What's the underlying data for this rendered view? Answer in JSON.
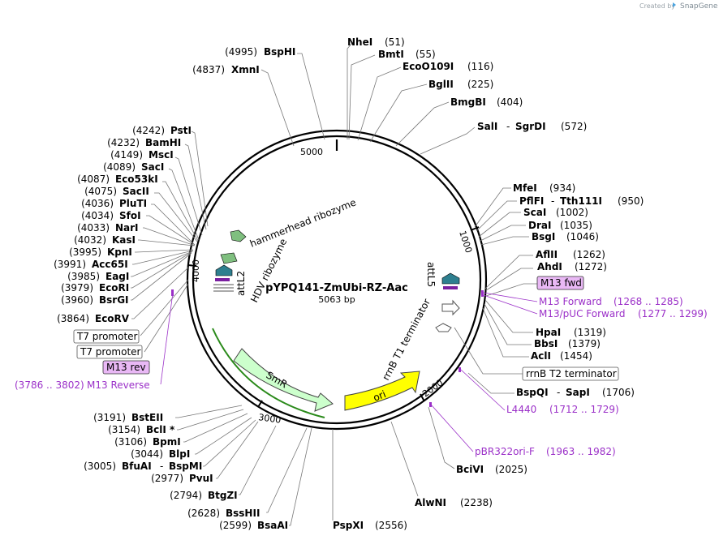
{
  "credit": {
    "created_by": "Created by",
    "brand": "SnapGene"
  },
  "plasmid": {
    "name": "pYPQ141-ZmUbi-RZ-Aac",
    "length": "5063 bp"
  },
  "ticks": [
    "1000",
    "2000",
    "3000",
    "4000",
    "5000"
  ],
  "features": {
    "hammerhead": "hammerhead ribozyme",
    "hdv": "HDV ribozyme",
    "attL2": "attL2",
    "attL5": "attL5",
    "smr": "SmR",
    "ori": "ori",
    "rrnb_t1": "rrnB T1 terminator"
  },
  "sites_right": [
    {
      "name": "NheI",
      "pos": "(51)"
    },
    {
      "name": "BmtI",
      "pos": "(55)"
    },
    {
      "name": "EcoO109I",
      "pos": "(116)"
    },
    {
      "name": "BglII",
      "pos": "(225)"
    },
    {
      "name": "BmgBI",
      "pos": "(404)"
    },
    {
      "name": "SalI",
      "extra": "SgrDI",
      "pos": "(572)"
    },
    {
      "name": "MfeI",
      "pos": "(934)"
    },
    {
      "name": "PflFI",
      "extra": "Tth111I",
      "pos": "(950)"
    },
    {
      "name": "ScaI",
      "pos": "(1002)"
    },
    {
      "name": "DraI",
      "pos": "(1035)"
    },
    {
      "name": "BsgI",
      "pos": "(1046)"
    },
    {
      "name": "AflII",
      "pos": "(1262)"
    },
    {
      "name": "AhdI",
      "pos": "(1272)"
    },
    {
      "name": "HpaI",
      "pos": "(1319)"
    },
    {
      "name": "BbsI",
      "pos": "(1379)"
    },
    {
      "name": "AclI",
      "pos": "(1454)"
    },
    {
      "name": "BspQI",
      "extra": "SapI",
      "pos": "(1706)"
    },
    {
      "name": "BciVI",
      "pos": "(2025)"
    },
    {
      "name": "AlwNI",
      "pos": "(2238)"
    },
    {
      "name": "PspXI",
      "pos": "(2556)"
    }
  ],
  "sites_left": [
    {
      "name": "BspHI",
      "pos": "(4995)"
    },
    {
      "name": "XmnI",
      "pos": "(4837)"
    },
    {
      "name": "PstI",
      "pos": "(4242)"
    },
    {
      "name": "BamHI",
      "pos": "(4232)"
    },
    {
      "name": "MscI",
      "pos": "(4149)"
    },
    {
      "name": "SacI",
      "pos": "(4089)"
    },
    {
      "name": "Eco53kI",
      "pos": "(4087)"
    },
    {
      "name": "SacII",
      "pos": "(4075)"
    },
    {
      "name": "PluTI",
      "pos": "(4036)"
    },
    {
      "name": "SfoI",
      "pos": "(4034)"
    },
    {
      "name": "NarI",
      "pos": "(4033)"
    },
    {
      "name": "KasI",
      "pos": "(4032)"
    },
    {
      "name": "KpnI",
      "pos": "(3995)"
    },
    {
      "name": "Acc65I",
      "pos": "(3991)"
    },
    {
      "name": "EagI",
      "pos": "(3985)"
    },
    {
      "name": "EcoRI",
      "pos": "(3979)"
    },
    {
      "name": "BsrGI",
      "pos": "(3960)"
    },
    {
      "name": "EcoRV",
      "pos": "(3864)"
    },
    {
      "name": "BstEII",
      "pos": "(3191)"
    },
    {
      "name": "BclI *",
      "pos": "(3154)"
    },
    {
      "name": "BpmI",
      "pos": "(3106)"
    },
    {
      "name": "BlpI",
      "pos": "(3044)"
    },
    {
      "name": "BfuAI",
      "extra": "BspMI",
      "pos": "(3005)"
    },
    {
      "name": "PvuI",
      "pos": "(2977)"
    },
    {
      "name": "BtgZI",
      "pos": "(2794)"
    },
    {
      "name": "BssHII",
      "pos": "(2628)"
    },
    {
      "name": "BsaAI",
      "pos": "(2599)"
    }
  ],
  "boxed": {
    "m13_fwd": "M13 fwd",
    "rrnb_t2": "rrnB T2 terminator",
    "t7_promoter_1": "T7 promoter",
    "t7_promoter_2": "T7 promoter",
    "m13_rev": "M13 rev"
  },
  "primers": {
    "m13_forward": {
      "name": "M13 Forward",
      "pos": "(1268 .. 1285)"
    },
    "m13_puc_forward": {
      "name": "M13/pUC Forward",
      "pos": "(1277 .. 1299)"
    },
    "l4440": {
      "name": "L4440",
      "pos": "(1712 .. 1729)"
    },
    "pbr322ori_f": {
      "name": "pBR322ori-F",
      "pos": "(1963 .. 1982)"
    },
    "m13_reverse": {
      "name": "M13 Reverse",
      "pos": "(3786 .. 3802)"
    }
  },
  "colors": {
    "primer": "#9b30c8",
    "boxed_primer_fill": "#e9b8f5",
    "smr_fill": "#ccffcc",
    "ori_fill": "#ffff00",
    "att_fill": "#2e7f8f",
    "ribozyme_fill": "#7fbf7f"
  }
}
